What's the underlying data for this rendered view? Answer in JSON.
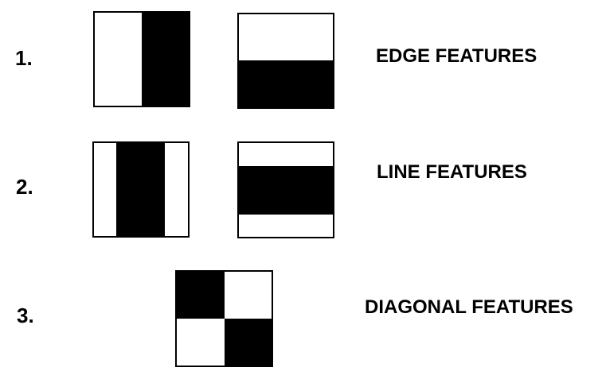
{
  "rows": [
    {
      "number": "1.",
      "label": "EDGE FEATURES"
    },
    {
      "number": "2.",
      "label": "LINE FEATURES"
    },
    {
      "number": "3.",
      "label": "DIAGONAL FEATURES"
    }
  ],
  "colors": {
    "fill": "#000000",
    "background": "#ffffff",
    "text": "#000000"
  }
}
